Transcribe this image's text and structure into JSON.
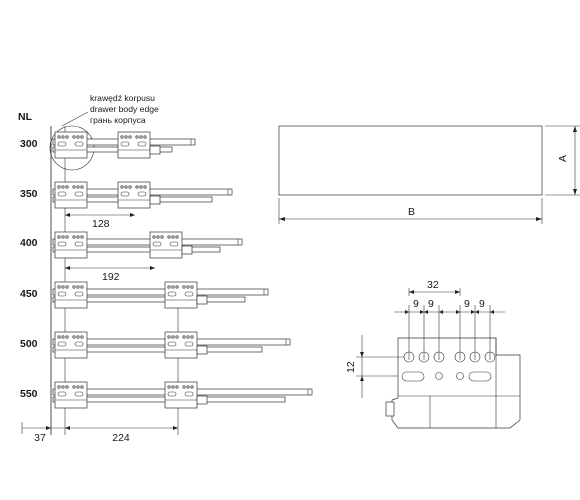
{
  "left_panel": {
    "nl_header": "NL",
    "sizes": [
      "300",
      "350",
      "400",
      "450",
      "500",
      "550"
    ],
    "callout_lines": [
      "krawędź korpusu",
      "drawer body edge",
      "грань корпуса"
    ],
    "dim_128": "128",
    "dim_192": "192",
    "dim_37": "37",
    "dim_224": "224"
  },
  "right_top": {
    "dim_a": "A",
    "dim_b": "B"
  },
  "right_bottom": {
    "dim_32": "32",
    "dim_9_values": [
      "9",
      "9",
      "9",
      "9"
    ],
    "dim_12": "12"
  }
}
